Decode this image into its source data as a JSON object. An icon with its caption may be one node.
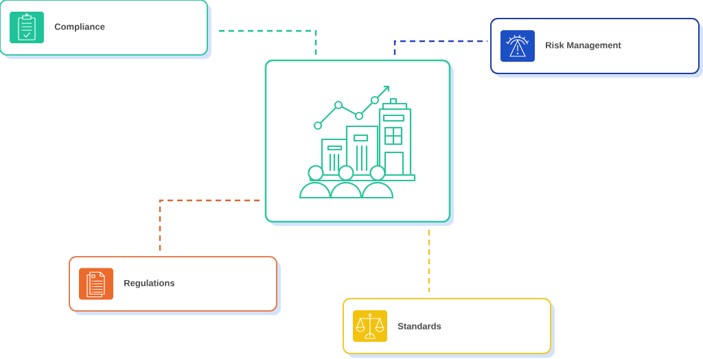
{
  "diagram": {
    "nodes": [
      {
        "text": [
          "Compliance"
        ]
      },
      {
        "text": [
          "Risk Management"
        ]
      },
      {
        "text": [],
        "shape": "picture"
      },
      {
        "text": [
          "Regulations"
        ]
      },
      {
        "text": [
          "Standards"
        ]
      }
    ],
    "edges": [
      {
        "from": 2,
        "to": 0,
        "arrow": "none",
        "style": "dashed",
        "color": "#1fbf95"
      },
      {
        "from": 2,
        "to": 1,
        "arrow": "none",
        "style": "dashed",
        "color": "#2845b5"
      },
      {
        "from": 2,
        "to": 3,
        "arrow": "none",
        "style": "dashed",
        "color": "#e0662f"
      },
      {
        "from": 2,
        "to": 4,
        "arrow": "none",
        "style": "dashed",
        "color": "#f4c21a"
      }
    ]
  }
}
